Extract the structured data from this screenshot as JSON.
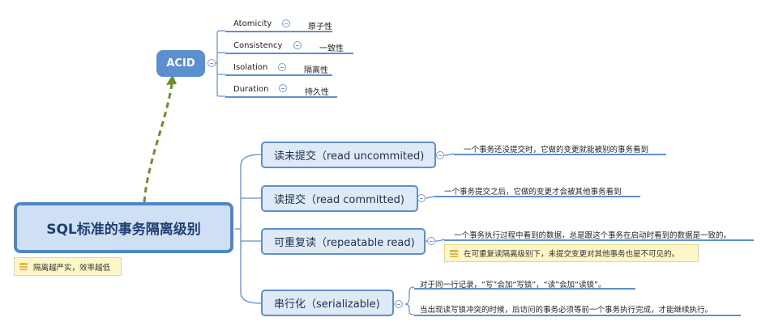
{
  "central": {
    "title": "SQL标准的事务隔离级别"
  },
  "central_note": "隔离越严实，效率越低",
  "acid": {
    "label": "ACID",
    "items": [
      {
        "en": "Atomicity",
        "cn": "原子性"
      },
      {
        "en": "Consistency",
        "cn": "一致性"
      },
      {
        "en": "Isolation",
        "cn": "隔离性"
      },
      {
        "en": "Duration",
        "cn": "持久性"
      }
    ]
  },
  "levels": [
    {
      "label": "读未提交（read uncommited)",
      "desc": "一个事务还没提交时，它做的变更就能被别的事务看到"
    },
    {
      "label": "读提交（read committed)",
      "desc": "一个事务提交之后，它做的变更才会被其他事务看到"
    },
    {
      "label": "可重复读（repeatable read)",
      "desc": "一个事务执行过程中看到的数据，总是跟这个事务在启动时看到的数据是一致的。",
      "note": "在可重复读隔离级别下，未提交变更对其他事务也是不可见的。"
    },
    {
      "label": "串行化（serializable)",
      "desc1": "对于同一行记录，“写”会加“写锁”，“读”会加“读锁”。",
      "desc2": "当出现读写锁冲突的时候，后访问的事务必须等前一个事务执行完成，才能继续执行。"
    }
  ],
  "colors": {
    "connector": "#5e90cf",
    "arrow": "#6f8f2e",
    "underline": "#5e90cf"
  }
}
